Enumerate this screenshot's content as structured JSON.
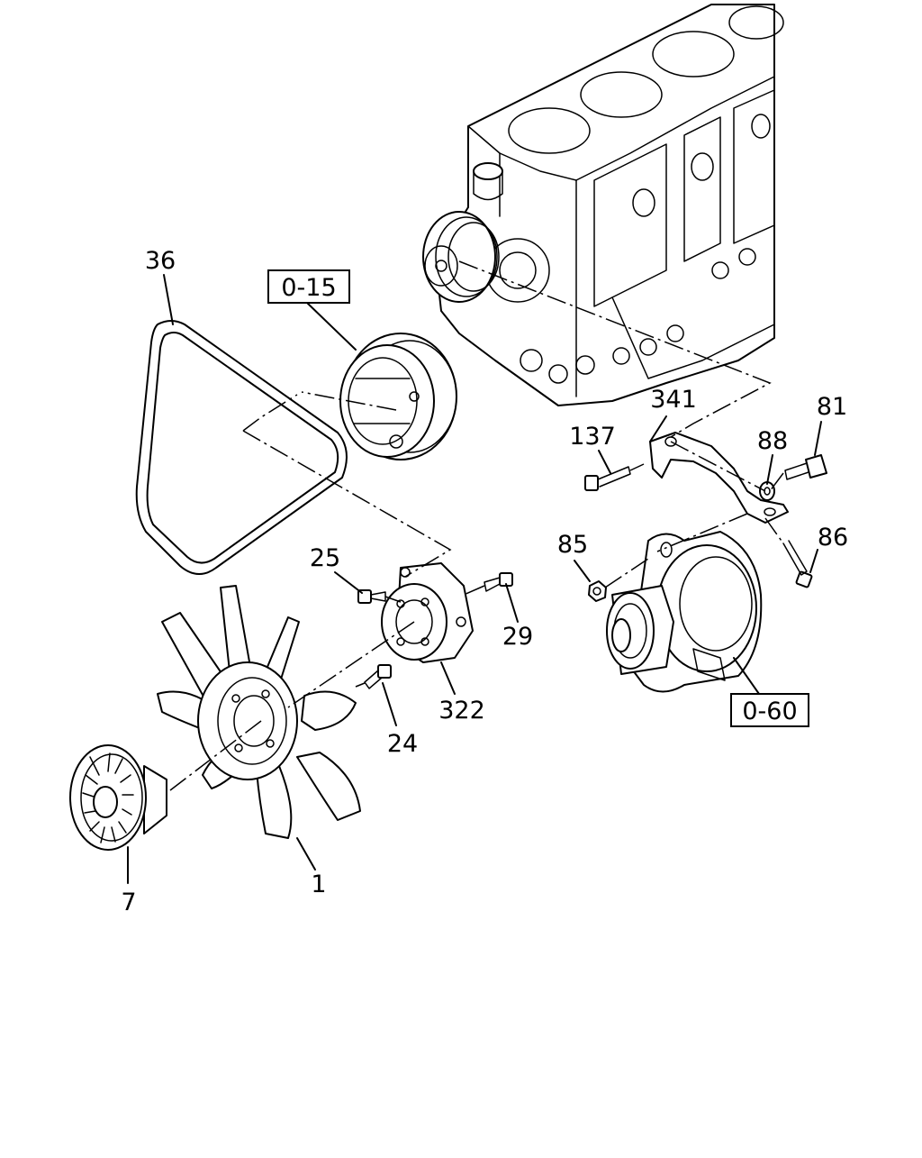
{
  "callouts": {
    "c36": "36",
    "c25": "25",
    "c29": "29",
    "c322": "322",
    "c24": "24",
    "c1": "1",
    "c7": "7",
    "c341": "341",
    "c137": "137",
    "c88": "88",
    "c81": "81",
    "c85": "85",
    "c86": "86"
  },
  "references": {
    "r015": "0-15",
    "r060": "0-60"
  }
}
